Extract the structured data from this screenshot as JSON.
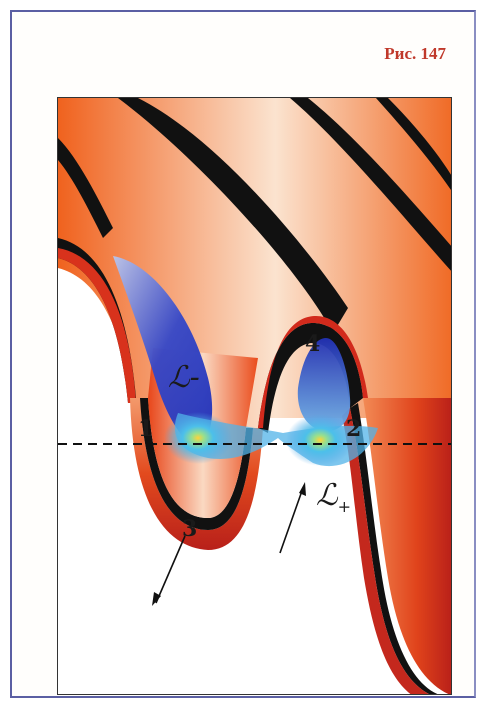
{
  "caption": "Рис. 147",
  "labels": {
    "point_1": "1",
    "point_2": "2",
    "point_3": "3",
    "point_4": "4",
    "l_minus": "ℒ-",
    "l_plus_main": "ℒ",
    "l_plus_sub": "+"
  },
  "colors": {
    "frame": "#5b5fa3",
    "caption": "#c0392b",
    "surface_light": "#fbe3cf",
    "surface_orange": "#ef5a1f",
    "surface_red": "#c4281d",
    "stripe": "#111111",
    "blue_dark": "#1f2fb8",
    "blue_light": "#5fc6ea"
  }
}
